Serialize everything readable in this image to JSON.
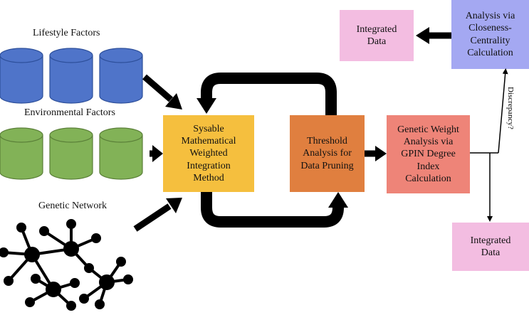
{
  "sources": {
    "lifestyle": "Lifestyle Factors",
    "environmental": "Environmental Factors",
    "genetic": "Genetic Network"
  },
  "boxes": {
    "integration": "Sysable\nMathematical\nWeighted\nIntegration\nMethod",
    "threshold": "Threshold\nAnalysis for\nData Pruning",
    "genetic_weight": "Genetic Weight\nAnalysis via\nGPIN Degree\nIndex\nCalculation",
    "closeness": "Analysis via\nCloseness-\nCentrality\nCalculation",
    "integrated_top": "Integrated\nData",
    "integrated_bottom": "Integrated\nData"
  },
  "edge_labels": {
    "discrepancy": "Discrepancy?"
  },
  "colors": {
    "lifestyle_db": "#4f74c9",
    "environmental_db": "#82b257",
    "integration": "#f5bf3e",
    "threshold": "#e07f3f",
    "genetic_weight": "#ee8478",
    "closeness": "#a4a8f2",
    "integrated": "#f3bde1"
  }
}
